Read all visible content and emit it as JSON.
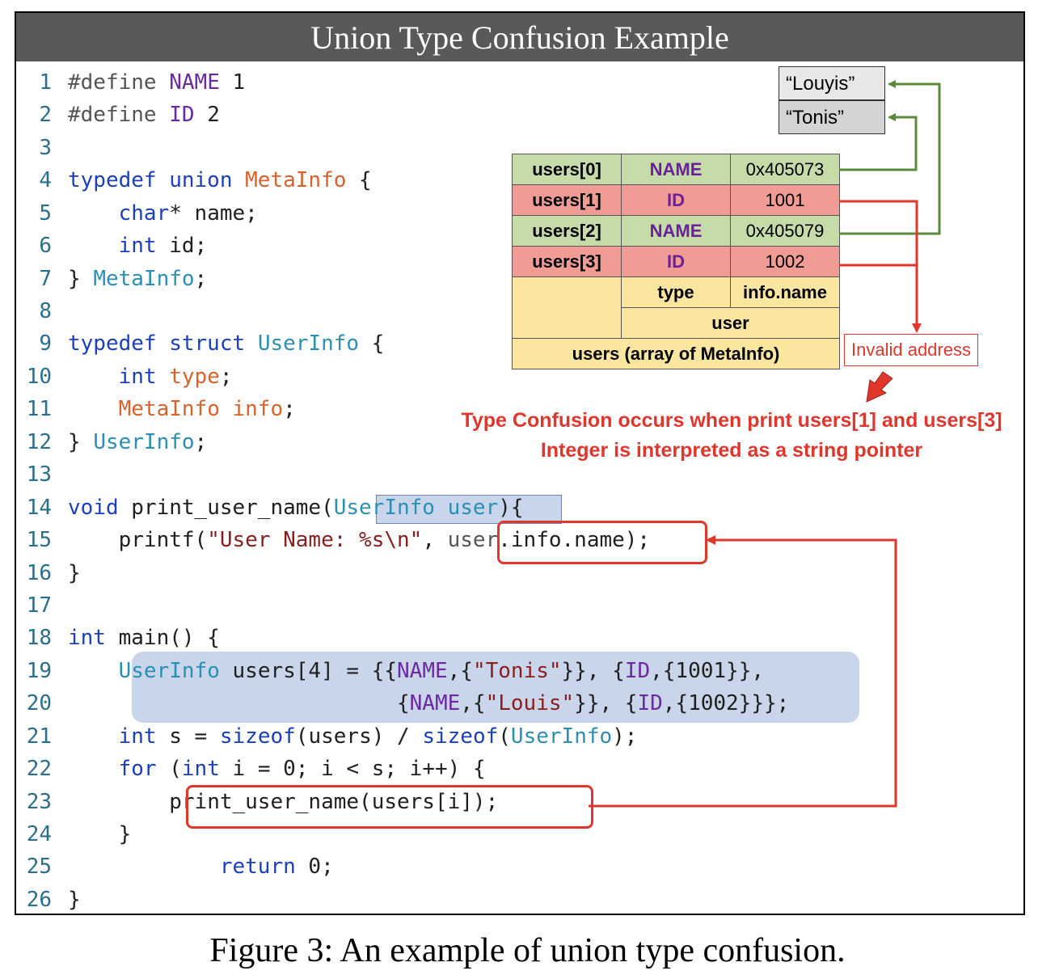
{
  "title": "Union Type Confusion Example",
  "caption": "Figure 3: An example of union type confusion.",
  "code": {
    "line_numbers": [
      "1",
      "2",
      "3",
      "4",
      "5",
      "6",
      "7",
      "8",
      "9",
      "10",
      "11",
      "12",
      "13",
      "14",
      "15",
      "16",
      "17",
      "18",
      "19",
      "20",
      "21",
      "22",
      "23",
      "24",
      "25",
      "26"
    ],
    "l1": {
      "a": "#define ",
      "b": "NAME",
      "c": " 1"
    },
    "l2": {
      "a": "#define ",
      "b": "ID",
      "c": " 2"
    },
    "l4": {
      "a": "typedef union ",
      "b": "MetaInfo",
      "c": " {"
    },
    "l5": {
      "a": "char",
      "b": "* name;"
    },
    "l6": {
      "a": "int",
      "b": " id;"
    },
    "l7": {
      "a": "} ",
      "b": "MetaInfo",
      "c": ";"
    },
    "l9": {
      "a": "typedef struct ",
      "b": "UserInfo",
      "c": " {"
    },
    "l10": {
      "a": "int ",
      "b": "type",
      "c": ";"
    },
    "l11": {
      "a": "MetaInfo info",
      "b": ";"
    },
    "l12": {
      "a": "} ",
      "b": "UserInfo",
      "c": ";"
    },
    "l14": {
      "a": "void",
      "b": " print_user_name(",
      "c": "UserInfo user",
      "d": "){"
    },
    "l15": {
      "a": "printf(",
      "b": "\"User Name: %s\\n\"",
      "c": ", ",
      "d": "user",
      "e": ".info.name);"
    },
    "l16": {
      "a": "}"
    },
    "l18": {
      "a": "int",
      "b": " main() {"
    },
    "l19": {
      "a": "UserInfo",
      "b": " users[4] = {{",
      "c": "NAME",
      "d": ",{",
      "e": "\"Tonis\"",
      "f": "}}, {",
      "g": "ID",
      "h": ",{1001}},"
    },
    "l20": {
      "a": "{",
      "b": "NAME",
      "c": ",{",
      "d": "\"Louis\"",
      "e": "}}, {",
      "f": "ID",
      "g": ",{1002}}};"
    },
    "l21": {
      "a": "int",
      "b": " s = ",
      "c": "sizeof",
      "d": "(users) / ",
      "e": "sizeof",
      "f": "(",
      "g": "UserInfo",
      "h": ");"
    },
    "l22": {
      "a": "for",
      "b": " (",
      "c": "int",
      "d": " i = 0; i < s; i++) {"
    },
    "l23": {
      "a": "print_user_name(users[i]);"
    },
    "l24": {
      "a": "}"
    },
    "l25": {
      "a": "return",
      "b": " 0;"
    },
    "l26": {
      "a": "}"
    }
  },
  "memory": {
    "louyis": "“Louyis”",
    "tonis": "“Tonis”"
  },
  "table": {
    "rows": [
      {
        "label": "users[0]",
        "type": "NAME",
        "value": "0x405073"
      },
      {
        "label": "users[1]",
        "type": "ID",
        "value": "1001"
      },
      {
        "label": "users[2]",
        "type": "NAME",
        "value": "0x405079"
      },
      {
        "label": "users[3]",
        "type": "ID",
        "value": "1002"
      }
    ],
    "col_type": "type",
    "col_info": "info.name",
    "user_label": "user",
    "users_label": "users (array of MetaInfo)"
  },
  "invalid_address": "Invalid address",
  "note_line1": "Type Confusion occurs when print users[1] and users[3]",
  "note_line2": "Integer is interpreted as a string pointer",
  "colors": {
    "green": "#5b8a3a",
    "red": "#e0372d"
  }
}
